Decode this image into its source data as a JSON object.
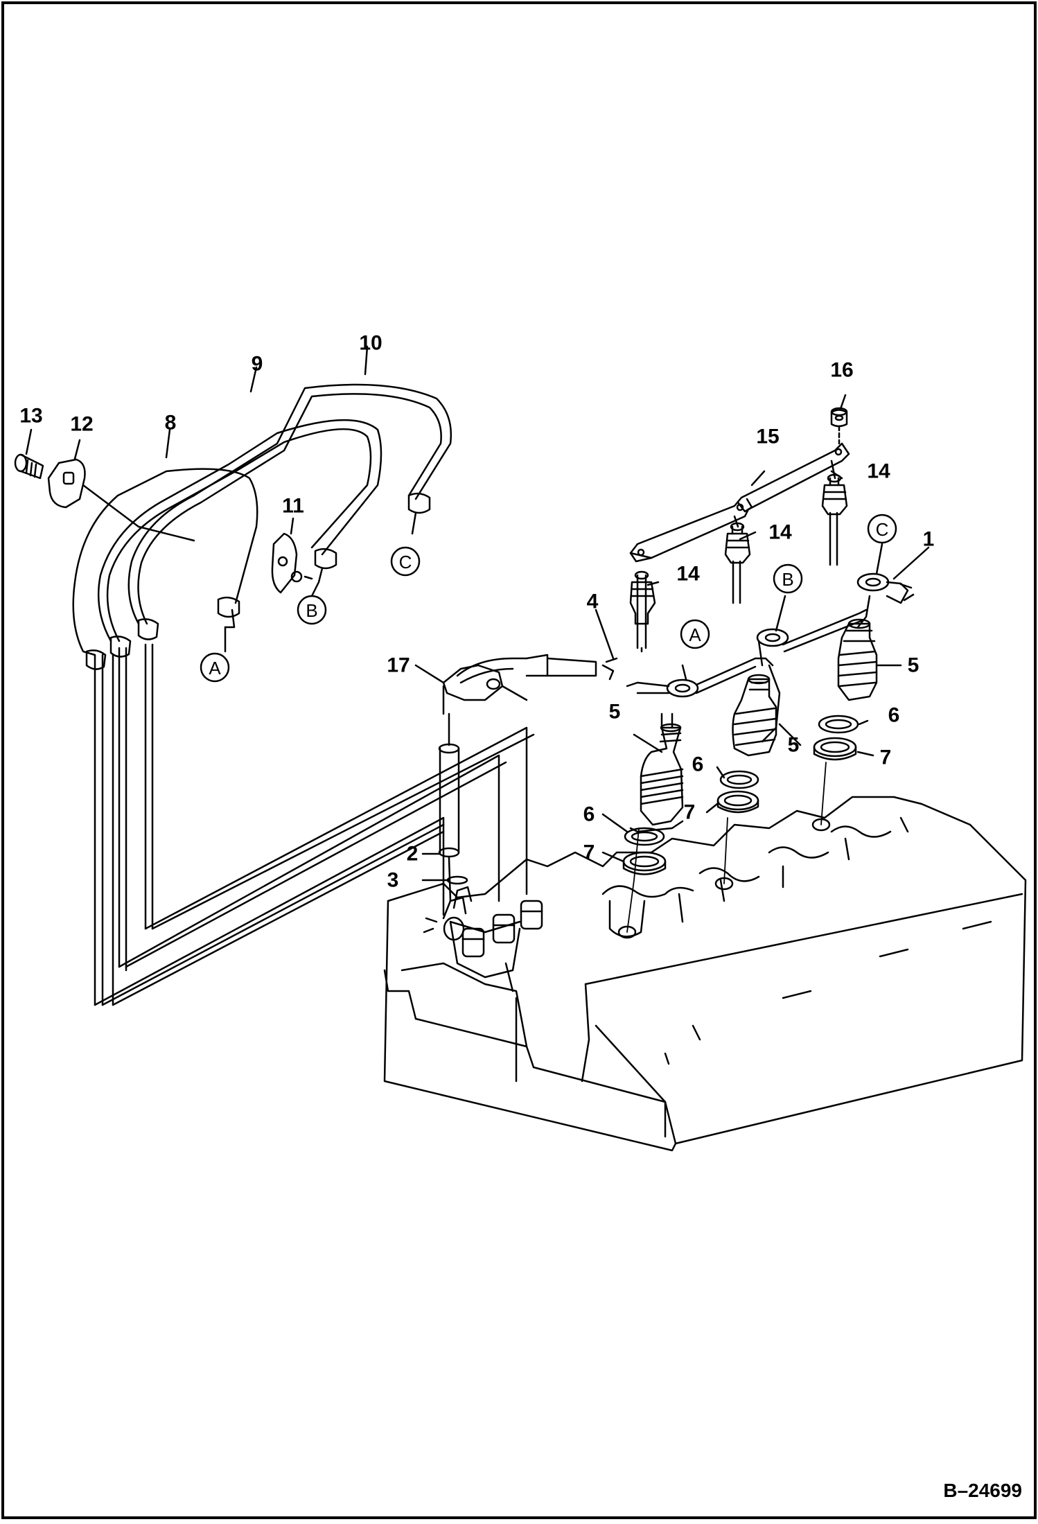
{
  "document_id": "B–24699",
  "callouts": [
    {
      "id": "c1",
      "text": "1"
    },
    {
      "id": "c2",
      "text": "2"
    },
    {
      "id": "c3",
      "text": "3"
    },
    {
      "id": "c4",
      "text": "4"
    },
    {
      "id": "c5a",
      "text": "5"
    },
    {
      "id": "c5b",
      "text": "5"
    },
    {
      "id": "c5c",
      "text": "5"
    },
    {
      "id": "c6a",
      "text": "6"
    },
    {
      "id": "c6b",
      "text": "6"
    },
    {
      "id": "c6c",
      "text": "6"
    },
    {
      "id": "c7a",
      "text": "7"
    },
    {
      "id": "c7b",
      "text": "7"
    },
    {
      "id": "c7c",
      "text": "7"
    },
    {
      "id": "c8",
      "text": "8"
    },
    {
      "id": "c9",
      "text": "9"
    },
    {
      "id": "c10",
      "text": "10"
    },
    {
      "id": "c11",
      "text": "11"
    },
    {
      "id": "c12",
      "text": "12"
    },
    {
      "id": "c13",
      "text": "13"
    },
    {
      "id": "c14a",
      "text": "14"
    },
    {
      "id": "c14b",
      "text": "14"
    },
    {
      "id": "c14c",
      "text": "14"
    },
    {
      "id": "c15",
      "text": "15"
    },
    {
      "id": "c16",
      "text": "16"
    },
    {
      "id": "c17",
      "text": "17"
    }
  ],
  "connection_refs": [
    {
      "id": "rA1",
      "text": "A"
    },
    {
      "id": "rB1",
      "text": "B"
    },
    {
      "id": "rC1",
      "text": "C"
    },
    {
      "id": "rA2",
      "text": "A"
    },
    {
      "id": "rB2",
      "text": "B"
    },
    {
      "id": "rC2",
      "text": "C"
    }
  ]
}
